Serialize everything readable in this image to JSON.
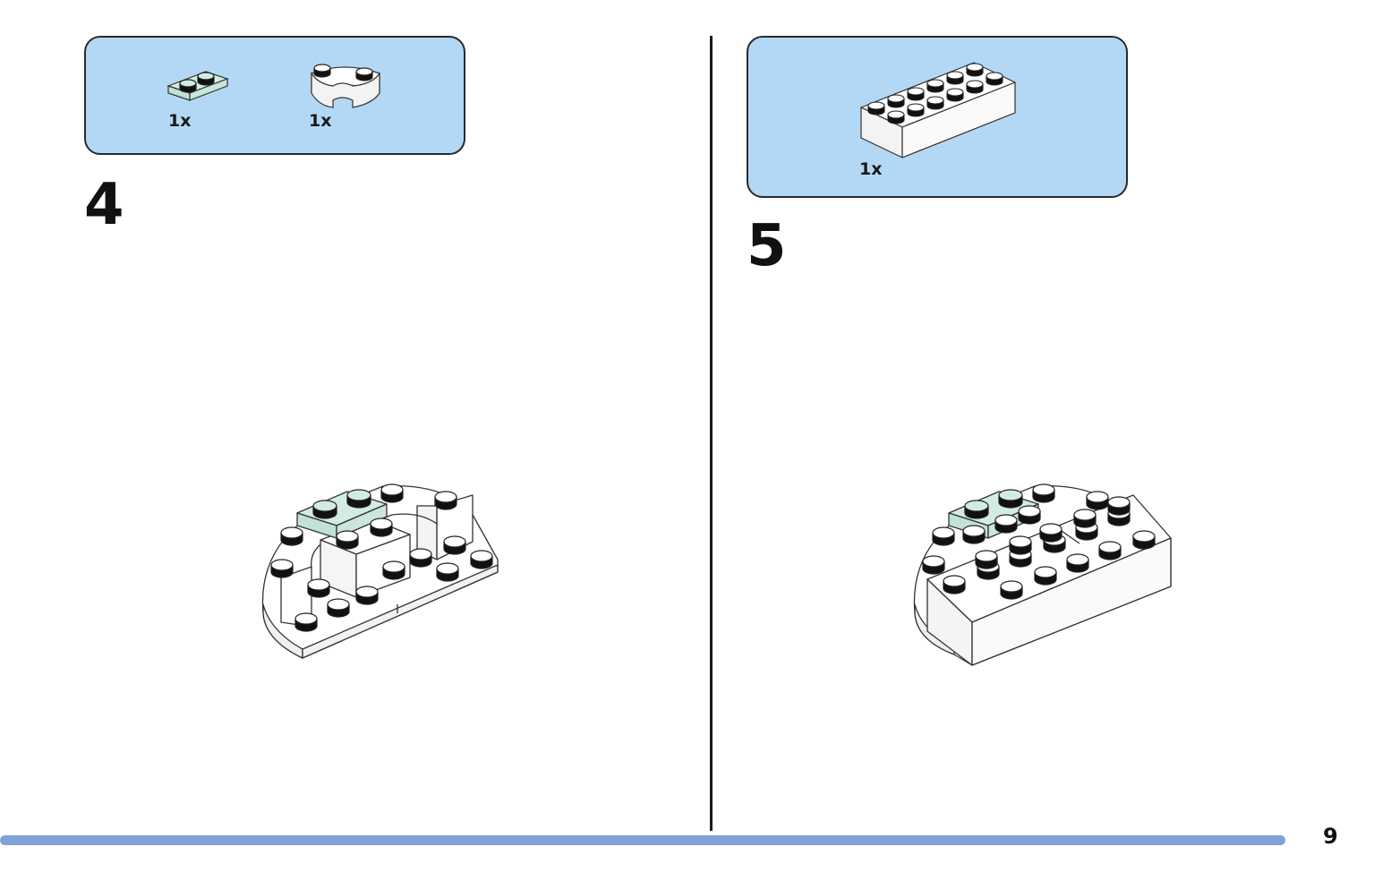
{
  "step4": {
    "number": "4",
    "parts": [
      {
        "icon": "mint-plate-1x2-icon",
        "qty": "1x"
      },
      {
        "icon": "white-curved-brick-icon",
        "qty": "1x"
      }
    ]
  },
  "step5": {
    "number": "5",
    "parts": [
      {
        "icon": "white-brick-2x6-icon",
        "qty": "1x"
      }
    ]
  },
  "page": {
    "number": "9"
  },
  "colors": {
    "parts_box": "#b3d8f5",
    "footer_bar": "#7fa3d8",
    "mint": "#d2ece3",
    "brick_white": "#ffffff",
    "stud_top": "#f4f6f6"
  }
}
